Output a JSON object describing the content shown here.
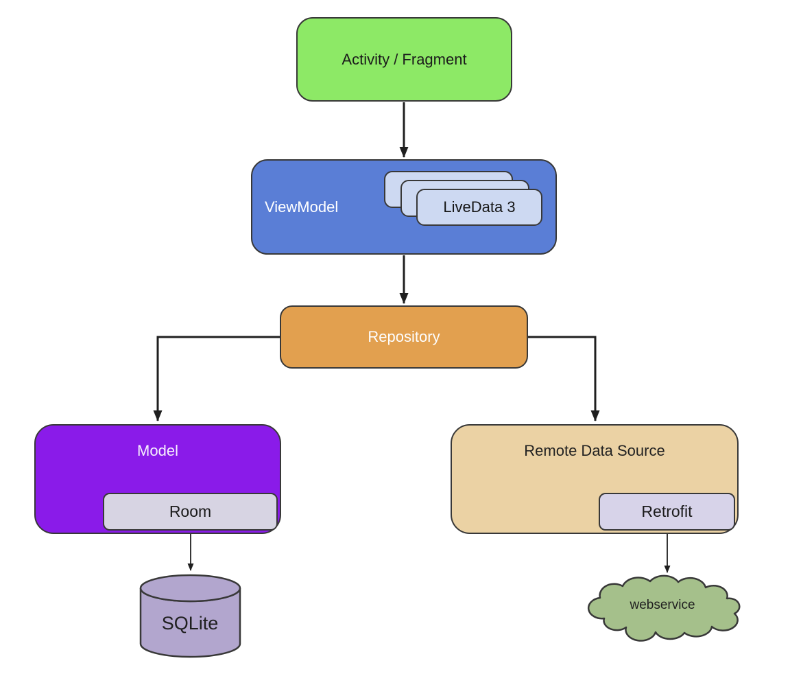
{
  "nodes": {
    "activity": {
      "label": "Activity / Fragment"
    },
    "viewmodel": {
      "label": "ViewModel"
    },
    "livedata": {
      "label": "LiveData 3"
    },
    "repository": {
      "label": "Repository"
    },
    "model": {
      "label": "Model"
    },
    "room": {
      "label": "Room"
    },
    "remote_data_source": {
      "label": "Remote Data Source"
    },
    "retrofit": {
      "label": "Retrofit"
    },
    "sqlite": {
      "label": "SQLite"
    },
    "webservice": {
      "label": "webservice"
    }
  },
  "colors": {
    "activity_bg": "#8DE966",
    "viewmodel_bg": "#5A7ED6",
    "livedata_bg": "#CDD9F2",
    "repository_bg": "#E2A04F",
    "model_bg": "#8A1BE9",
    "room_bg": "#D7D4E3",
    "remote_bg": "#EBD2A4",
    "retrofit_bg": "#D7D3E9",
    "sqlite_bg": "#B2A6CE",
    "webservice_bg": "#A5C08B",
    "line": "#1F1F1F",
    "border": "#383838"
  }
}
